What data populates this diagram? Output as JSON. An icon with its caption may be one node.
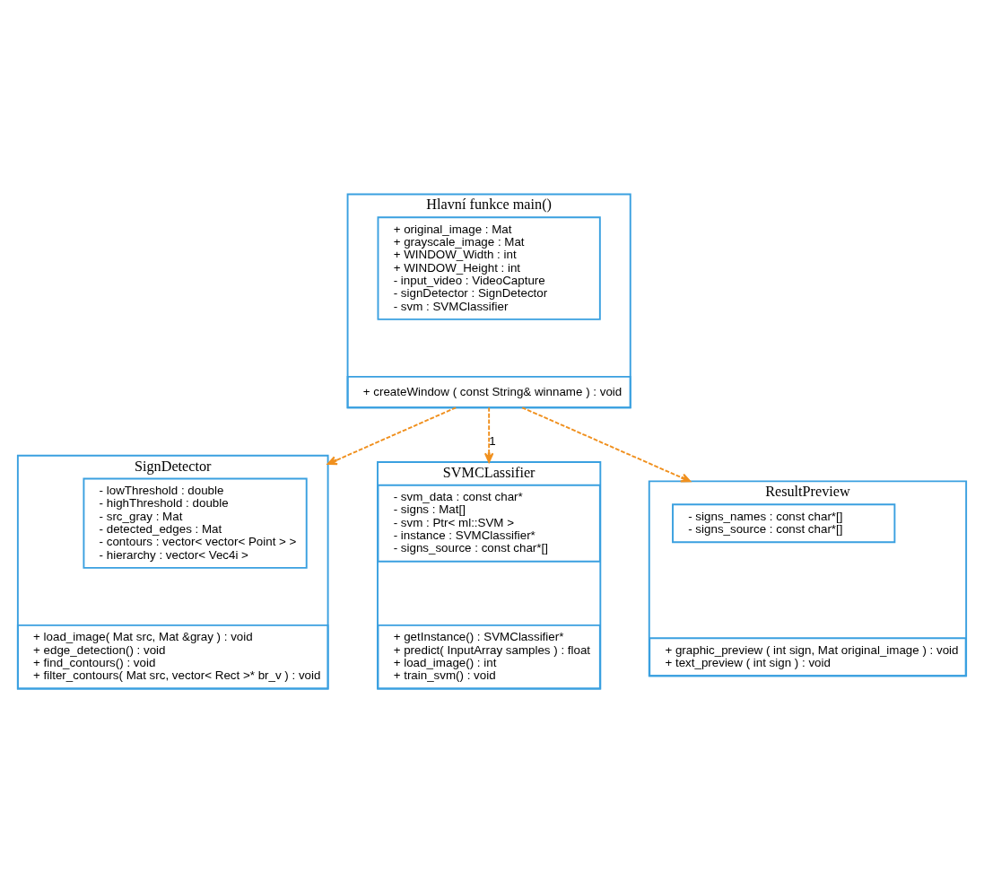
{
  "diagram": {
    "nodes": [
      {
        "text": [
          "Hlavní funkce main()"
        ]
      },
      {
        "text": [
          "+ original_image : Mat",
          "+ grayscale_image : Mat",
          "+ WINDOW_Width : int",
          "+ WINDOW_Height : int",
          "- input_video : VideoCapture",
          "- signDetector : SignDetector",
          "- svm : SVMClassifier"
        ],
        "in": 0
      },
      {
        "text": [
          "+ createWindow ( const String& winname ) : void"
        ],
        "in": 0
      },
      {
        "text": [
          "SignDetector"
        ]
      },
      {
        "text": [
          "- lowThreshold : double",
          "- highThreshold : double",
          "- src_gray : Mat",
          "- detected_edges : Mat",
          "- contours : vector< vector< Point > >",
          "- hierarchy : vector< Vec4i >"
        ],
        "in": 3
      },
      {
        "text": [
          "+ load_image( Mat src, Mat &gray ) : void",
          "+ edge_detection() : void",
          "+ find_contours() : void",
          "+ filter_contours( Mat src, vector< Rect >* br_v ) : void"
        ],
        "in": 3
      },
      {
        "text": [
          "SVMCLassifier"
        ]
      },
      {
        "text": [
          "- svm_data : const char*",
          "- signs : Mat[]",
          "- svm : Ptr< ml::SVM >",
          "- instance : SVMClassifier*",
          "- signs_source : const char*[]"
        ],
        "in": 6
      },
      {
        "text": [
          "+ getInstance() : SVMClassifier*",
          "+ predict( InputArray samples ) : float",
          "+ load_image() : int",
          "+ train_svm() : void"
        ],
        "in": 6
      },
      {
        "text": [
          "ResultPreview"
        ]
      },
      {
        "text": [
          "- signs_names : const char*[]",
          "- signs_source : const char*[]"
        ],
        "in": 9
      },
      {
        "text": [
          "+ graphic_preview ( int sign, Mat original_image ) : void",
          "+ text_preview ( int sign ) : void"
        ],
        "in": 9
      }
    ],
    "edges": [
      {
        "from": 0,
        "to": 3,
        "arrow": "to",
        "style": "dashed"
      },
      {
        "from": 0,
        "to": 6,
        "arrow": "to",
        "style": "dashed",
        "label": "1"
      },
      {
        "from": 0,
        "to": 9,
        "arrow": "to",
        "style": "dashed"
      }
    ]
  }
}
